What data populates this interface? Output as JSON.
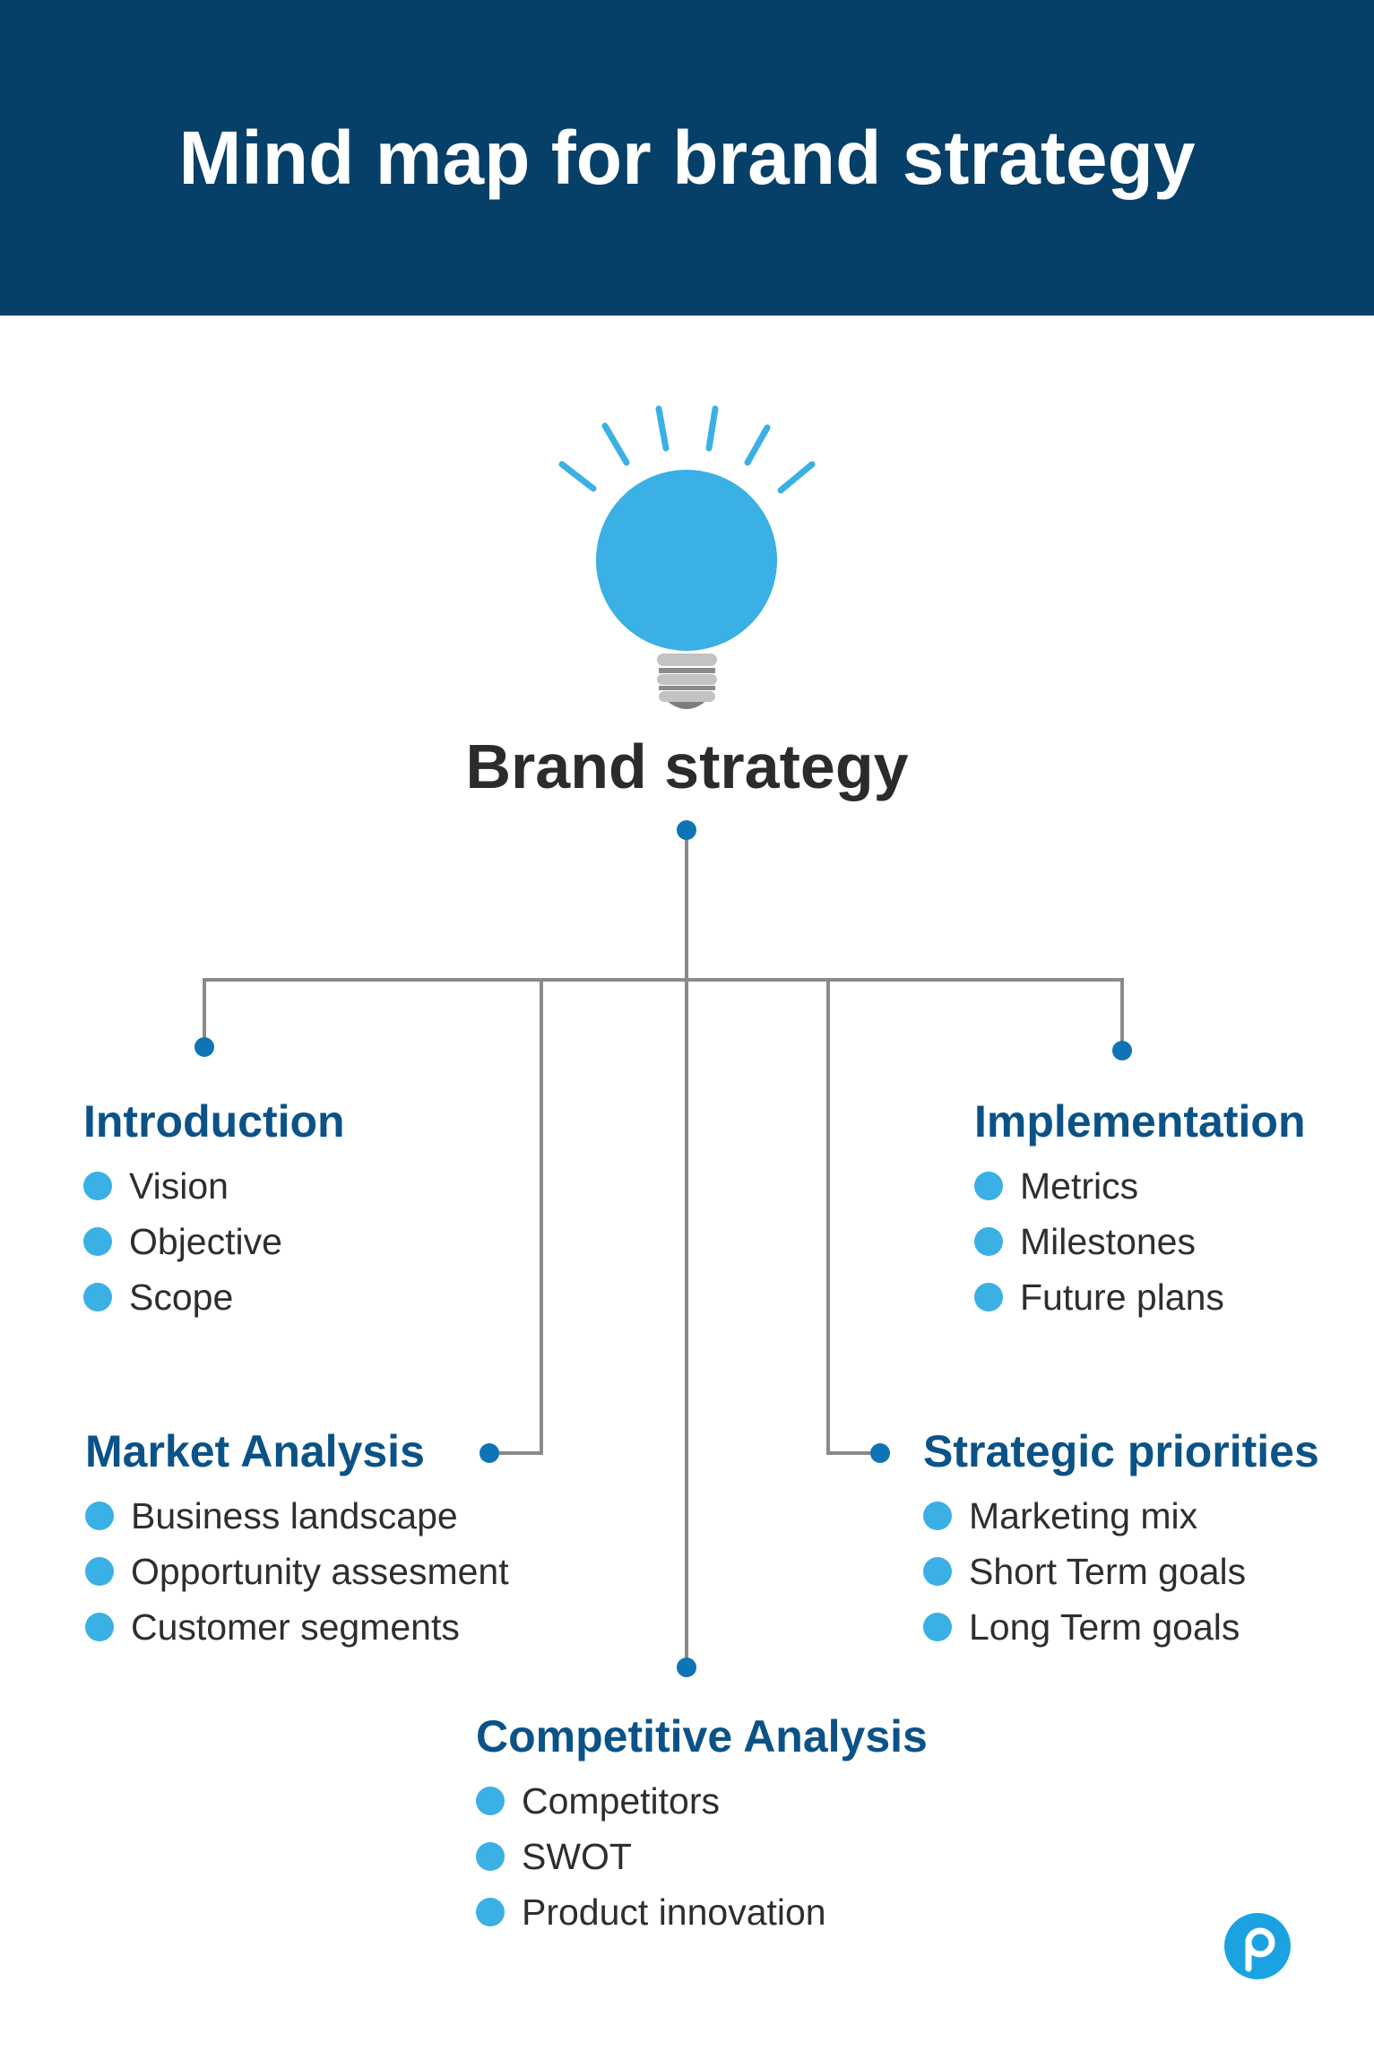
{
  "header": {
    "title": "Mind map for brand strategy"
  },
  "center": {
    "title": "Brand strategy"
  },
  "branches": {
    "introduction": {
      "title": "Introduction",
      "items": [
        "Vision",
        "Objective",
        "Scope"
      ]
    },
    "implementation": {
      "title": "Implementation",
      "items": [
        "Metrics",
        "Milestones",
        "Future plans"
      ]
    },
    "market_analysis": {
      "title": "Market Analysis",
      "items": [
        "Business landscape",
        "Opportunity assesment",
        "Customer segments"
      ]
    },
    "strategic_priorities": {
      "title": "Strategic priorities",
      "items": [
        "Marketing mix",
        "Short Term goals",
        "Long Term goals"
      ]
    },
    "competitive_analysis": {
      "title": "Competitive Analysis",
      "items": [
        "Competitors",
        "SWOT",
        "Product innovation"
      ]
    }
  },
  "colors": {
    "header_bg": "#063f67",
    "bulb": "#3ab0e4",
    "branch_title": "#0b5287",
    "connector": "#8a8a8a",
    "node_dot": "#0e74b5",
    "bullet": "#3ab0e4"
  },
  "icons": {
    "bulb": "lightbulb-icon",
    "logo": "brand-logo-icon"
  }
}
